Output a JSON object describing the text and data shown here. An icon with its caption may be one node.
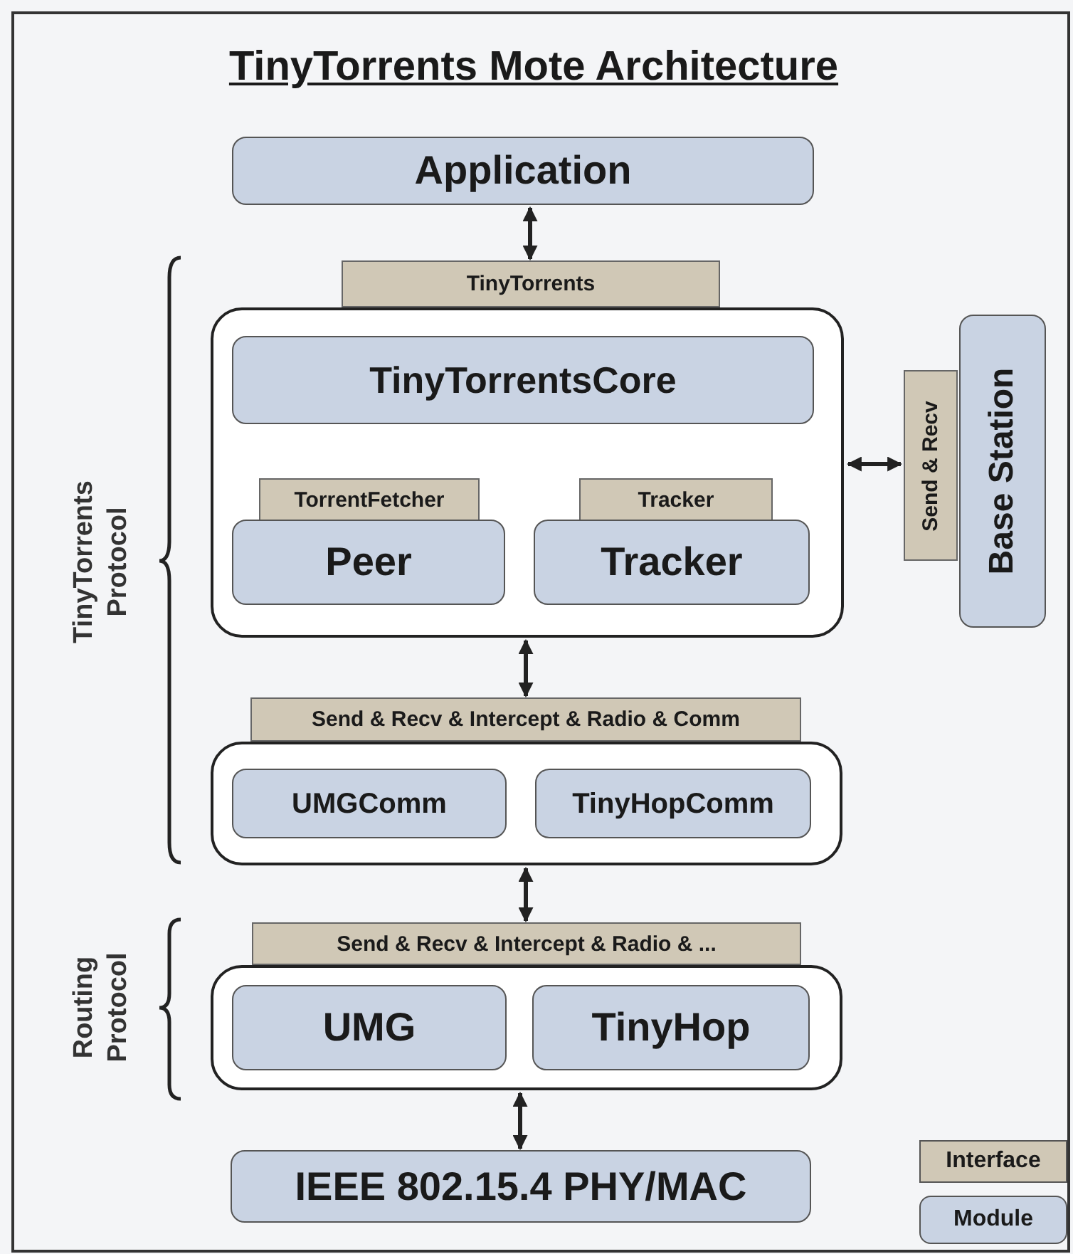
{
  "diagram": {
    "title": "TinyTorrents Mote Architecture",
    "nodes": [
      {
        "text": [
          "Application"
        ]
      },
      {
        "text": [
          "TinyTorrents"
        ]
      },
      {
        "text": [],
        "shape": "box"
      },
      {
        "text": [
          "TinyTorrentsCore"
        ],
        "in": 2
      },
      {
        "text": [
          "TorrentFetcher"
        ],
        "in": 2
      },
      {
        "text": [
          "Peer"
        ],
        "in": 2
      },
      {
        "text": [
          "Tracker"
        ],
        "in": 2
      },
      {
        "text": [
          "Tracker"
        ],
        "in": 2
      },
      {
        "text": [
          "Send & Recv"
        ]
      },
      {
        "text": [
          "Base Station"
        ]
      },
      {
        "text": [
          "Send & Recv & Intercept & Radio & Comm"
        ]
      },
      {
        "text": [],
        "shape": "box"
      },
      {
        "text": [
          "UMGComm"
        ],
        "in": 11
      },
      {
        "text": [
          "TinyHopComm"
        ],
        "in": 11
      },
      {
        "text": [
          "Send & Recv & Intercept & Radio & ..."
        ]
      },
      {
        "text": [],
        "shape": "box"
      },
      {
        "text": [
          "UMG"
        ],
        "in": 15
      },
      {
        "text": [
          "TinyHop"
        ],
        "in": 15
      },
      {
        "text": [
          "IEEE 802.15.4 PHY/MAC"
        ]
      }
    ],
    "edges": [
      {
        "from": 0,
        "to": 1,
        "arrow": "both"
      },
      {
        "from": 2,
        "to": 8,
        "arrow": "both"
      },
      {
        "from": 2,
        "to": 10,
        "arrow": "both"
      },
      {
        "from": 11,
        "to": 14,
        "arrow": "both"
      },
      {
        "from": 15,
        "to": 18,
        "arrow": "both"
      }
    ],
    "labels": [
      "TinyTorrents Protocol",
      "Routing Protocol"
    ],
    "legend": [
      {
        "text": "Interface",
        "color": "#d0c8b6"
      },
      {
        "text": "Module",
        "color": "#c9d3e3"
      }
    ]
  }
}
